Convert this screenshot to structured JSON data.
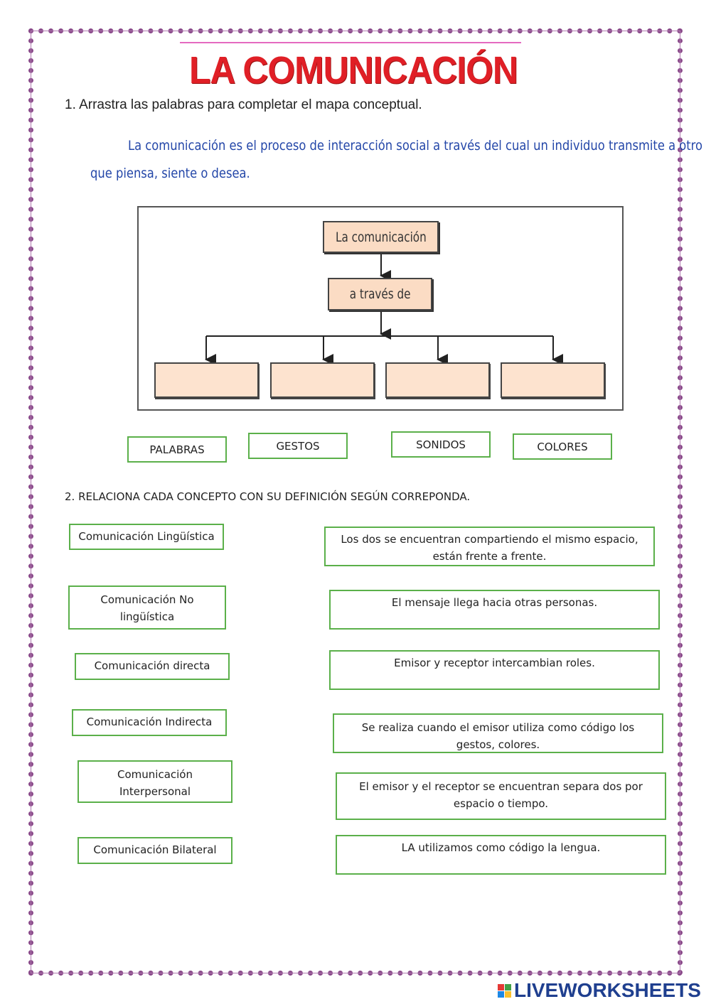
{
  "title": "LA COMUNICACIÓN",
  "question1": "1.  Arrastra las palabras para completar el mapa conceptual.",
  "definition": {
    "line1": "La comunicación es el proceso de interacción social a través del cual un individuo transmite a otro",
    "line2": "que piensa, siente o desea."
  },
  "concept_map": {
    "root": "La comunicación",
    "connector": "a través de",
    "slots": [
      "",
      "",
      "",
      ""
    ]
  },
  "word_bank": [
    "PALABRAS",
    "GESTOS",
    "SONIDOS",
    "COLORES"
  ],
  "question2": "2.    RELACIONA CADA CONCEPTO CON SU DEFINICIÓN SEGÚN CORREPONDA.",
  "concepts": [
    "Comunicación Lingüística",
    "Comunicación No lingüística",
    "Comunicación directa",
    "Comunicación Indirecta",
    "Comunicación Interpersonal",
    "Comunicación Bilateral"
  ],
  "definitions": [
    "Los dos se encuentran compartiendo el mismo espacio, están frente a frente.",
    "El mensaje llega hacia otras personas.",
    "Emisor y receptor intercambian roles.",
    "Se realiza cuando el emisor utiliza como código los gestos, colores.",
    "El emisor y el receptor se encuentran separa  dos por espacio o tiempo.",
    "LA utilizamos como código la lengua."
  ],
  "branding": {
    "icon": "liveworksheets-logo-icon",
    "text": "LIVEWORKSHEETS",
    "colors": [
      "#e53935",
      "#43a047",
      "#1e88e5",
      "#fbc02d"
    ]
  },
  "colors": {
    "title": "#e01f26",
    "definition_text": "#2346a8",
    "node_fill": "#fbdcc4",
    "box_border": "#5bb04a",
    "frame_border": "#8a4a8a"
  }
}
